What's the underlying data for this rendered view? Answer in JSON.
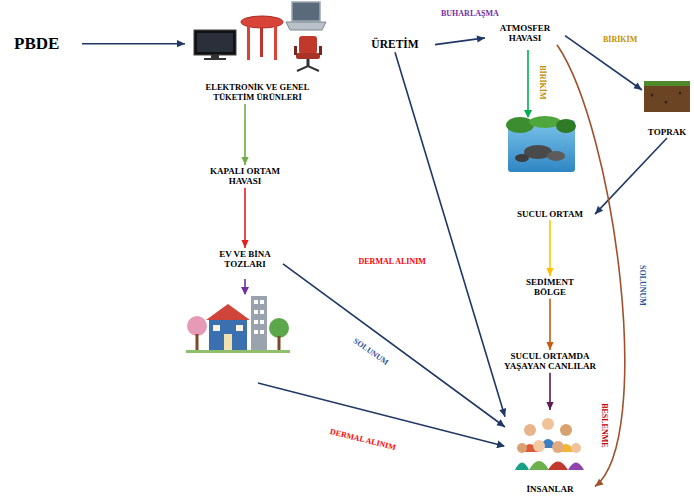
{
  "diagram": {
    "nodes": [
      {
        "text": [
          "PBDE"
        ]
      },
      {
        "text": [
          "ELEKTRONİK VE GENEL TÜKETİM ÜRÜNLERİ"
        ]
      },
      {
        "text": [
          "ÜRETİM"
        ]
      },
      {
        "text": [
          "ATMOSFER HAVASI"
        ]
      },
      {
        "text": [
          "TOPRAK"
        ]
      },
      {
        "text": [
          "KAPALI ORTAM HAVASI"
        ]
      },
      {
        "text": [
          "SUCUL ORTAM"
        ]
      },
      {
        "text": [
          "EV VE BİNA TOZLARI"
        ]
      },
      {
        "text": [
          "SEDİMENT BÖLGE"
        ]
      },
      {
        "text": [
          "SUCUL ORTAMDA YAŞAYAN CANLILAR"
        ]
      },
      {
        "text": [
          "İNSANLAR"
        ]
      }
    ],
    "edges": [
      {
        "from": 0,
        "to": 1,
        "arrow": "to"
      },
      {
        "from": 2,
        "to": 3,
        "label": "BUHARLAŞMA",
        "arrow": "to"
      },
      {
        "from": 3,
        "to": 4,
        "label": "BİRİKİM",
        "arrow": "to"
      },
      {
        "from": 1,
        "to": 5,
        "arrow": "to"
      },
      {
        "from": 4,
        "to": 6,
        "arrow": "to"
      },
      {
        "from": 6,
        "to": 8,
        "arrow": "to"
      },
      {
        "from": 5,
        "to": 7,
        "arrow": "to"
      },
      {
        "from": 8,
        "to": 9,
        "arrow": "to"
      },
      {
        "from": 9,
        "to": 10,
        "label": "BESLENME",
        "arrow": "to"
      },
      {
        "from": 7,
        "to": 10,
        "label": "SOLUNUM",
        "arrow": "to"
      },
      {
        "from": 2,
        "to": 10,
        "arrow": "to"
      },
      {
        "from": 3,
        "to": 10,
        "label": "SOLUNUM",
        "arrow": "to"
      }
    ],
    "labels": [
      "BİRİKİM",
      "DERMAL ALINIM",
      "DERMAL ALINIM"
    ]
  }
}
